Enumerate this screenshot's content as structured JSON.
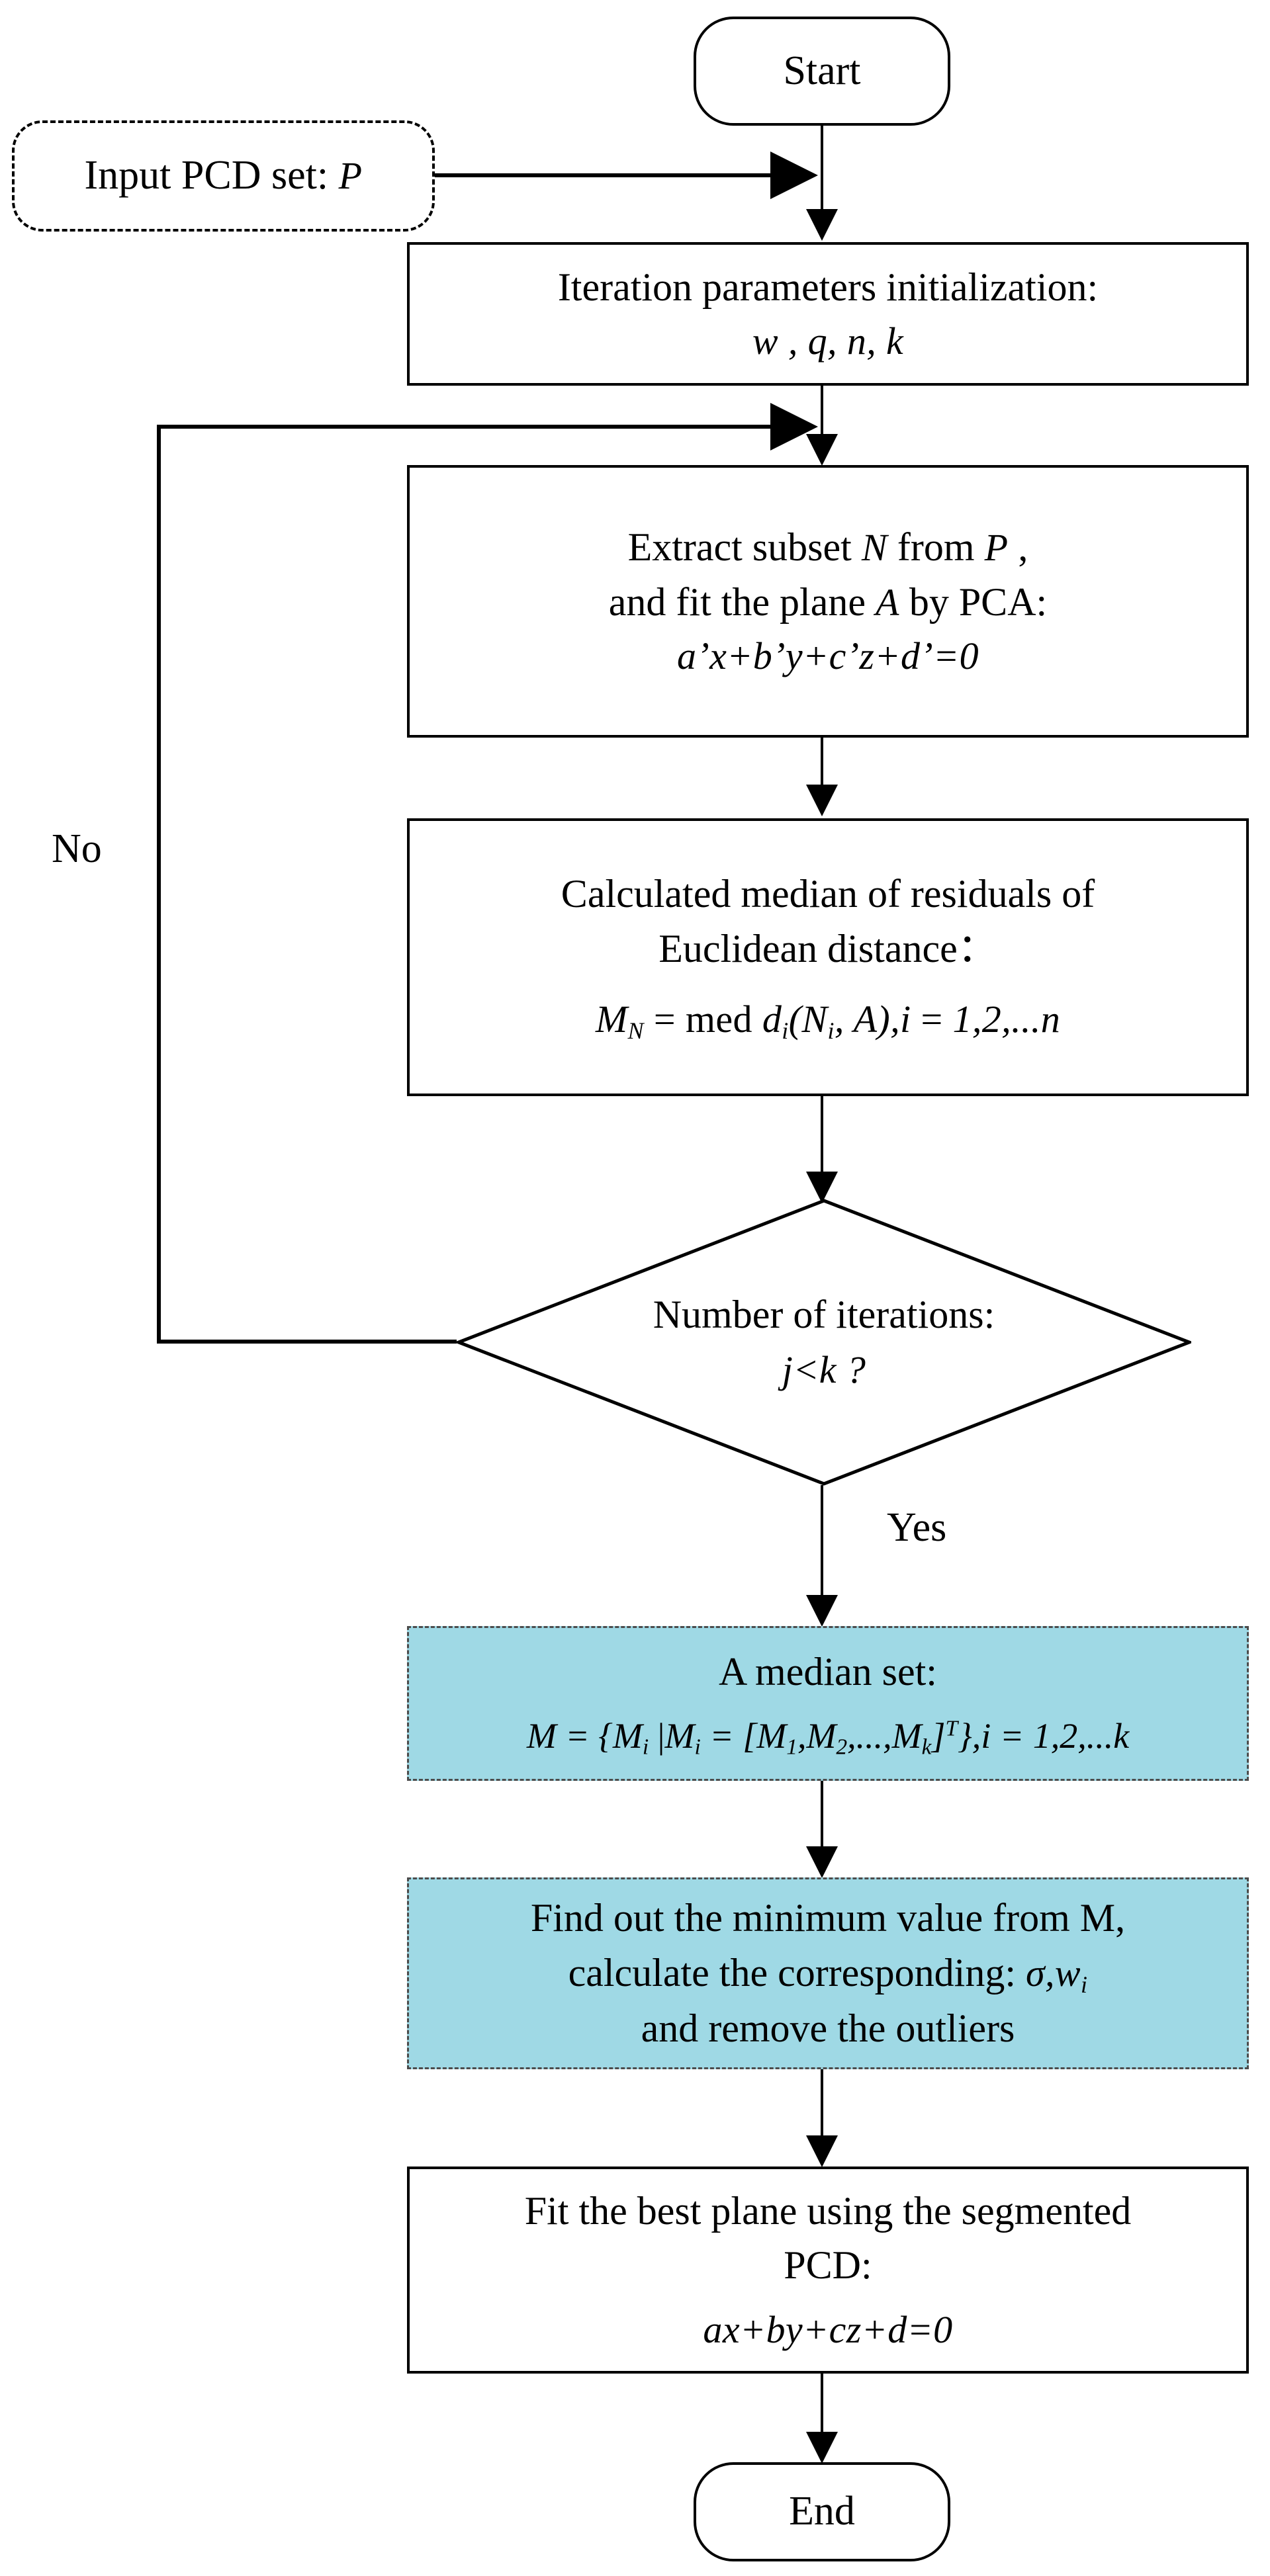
{
  "diagram": {
    "title": "Robust plane fitting flowchart",
    "colors": {
      "stroke": "#000000",
      "background": "#ffffff",
      "highlight_fill": "#9FD9E5",
      "highlight_border": "#4c4c4c"
    }
  },
  "nodes": {
    "start": {
      "label": "Start",
      "shape": "terminator"
    },
    "input_pcd": {
      "label": "Input PCD set: P",
      "label_text": "Input PCD set:",
      "label_var": "P",
      "shape": "dashed-rounded"
    },
    "init": {
      "line1": "Iteration parameters initialization:",
      "line2": "w , q, n, k",
      "shape": "process"
    },
    "extract": {
      "line1": "Extract subset N from P ,",
      "line2": "and fit the plane A by PCA:",
      "line3": "a’x+b’y+c’z+d’=0",
      "shape": "process"
    },
    "median": {
      "line1": "Calculated median of residuals of",
      "line2": "Euclidean distance：",
      "line3": "M_N = med d_i(N_i, A), i = 1, 2, ...n",
      "shape": "process"
    },
    "decision": {
      "line1": "Number of iterations:",
      "line2": "j<k ?",
      "shape": "diamond"
    },
    "median_set": {
      "line1": "A median set:",
      "line2": "M = {M_i | M_i = [M_1, M_2, ..., M_k]^T}, i = 1, 2, ...k",
      "shape": "process",
      "highlighted": true
    },
    "minimum": {
      "line1": "Find out the minimum value from M,",
      "line2": "calculate the corresponding: σ, w_i",
      "line3": "and remove the outliers",
      "shape": "process",
      "highlighted": true
    },
    "fit_best": {
      "line1": "Fit the best plane using the segmented",
      "line2": "PCD:",
      "line3": "ax+by+cz+d=0",
      "shape": "process"
    },
    "end": {
      "label": "End",
      "shape": "terminator"
    }
  },
  "edges": {
    "no_label": "No",
    "yes_label": "Yes"
  }
}
